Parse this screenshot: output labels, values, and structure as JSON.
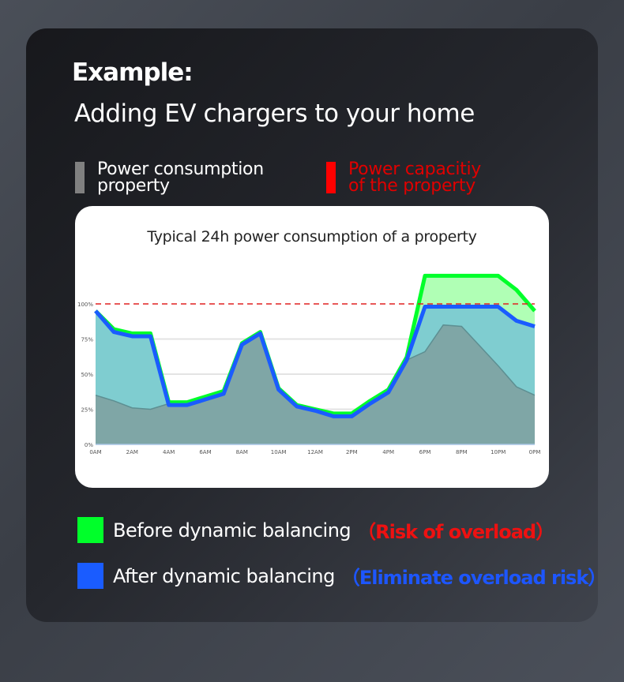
{
  "header": {
    "example_label": "Example:",
    "subtitle": "Adding EV chargers to your home"
  },
  "top_legend": {
    "consumption": {
      "line1": "Power consumption",
      "line2": "property",
      "color": "#808080"
    },
    "capacity": {
      "line1": "Power capacitiy",
      "line2": "of the property",
      "color": "#ff0000"
    }
  },
  "bottom_legend": {
    "before": {
      "label": "Before dynamic balancing",
      "note": "（Risk of overload）",
      "color": "#00ff2a",
      "note_color": "#ee1111"
    },
    "after": {
      "label": "After dynamic balancing",
      "note": "（Eliminate overload risk）",
      "color": "#1a5cff",
      "note_color": "#1d56ff"
    }
  },
  "chart_data": {
    "type": "area",
    "title": "Typical 24h power consumption of a property",
    "xlabel": "",
    "ylabel": "",
    "x": [
      0,
      1,
      2,
      3,
      4,
      5,
      6,
      7,
      8,
      9,
      10,
      11,
      12,
      13,
      14,
      15,
      16,
      17,
      18,
      19,
      20,
      21,
      22,
      23,
      24
    ],
    "x_tick_labels": [
      "0AM",
      "2AM",
      "4AM",
      "6AM",
      "8AM",
      "10AM",
      "12AM",
      "2PM",
      "4PM",
      "6PM",
      "8PM",
      "10PM",
      "0PM"
    ],
    "y_tick_labels": [
      "0%",
      "25%",
      "50%",
      "75%",
      "100%"
    ],
    "ylim": [
      0,
      125
    ],
    "grid": true,
    "capacity_line": {
      "label": "Power capacity of the property",
      "value": 100,
      "color": "#e02020",
      "style": "dashed"
    },
    "series": [
      {
        "name": "Before dynamic balancing",
        "color": "#00ff2a",
        "fill": "#b0ffb5",
        "values": [
          95,
          82,
          79,
          79,
          30,
          30,
          34,
          38,
          72,
          80,
          40,
          28,
          25,
          22,
          22,
          31,
          39,
          62,
          120,
          120,
          120,
          120,
          120,
          110,
          95
        ]
      },
      {
        "name": "After dynamic balancing",
        "color": "#1a5cff",
        "fill": "#7fcdd0",
        "values": [
          95,
          80,
          77,
          77,
          28,
          28,
          32,
          36,
          71,
          79,
          39,
          27,
          24,
          20,
          20,
          29,
          37,
          60,
          98,
          98,
          98,
          98,
          98,
          88,
          84
        ]
      },
      {
        "name": "Power consumption property",
        "color": "#5d8f92",
        "fill": "#7fa6a6",
        "values": [
          35,
          31,
          26,
          25,
          29,
          30,
          33,
          37,
          70,
          79,
          39,
          27,
          24,
          21,
          20,
          29,
          37,
          60,
          66,
          85,
          84,
          70,
          56,
          41,
          35
        ]
      }
    ]
  }
}
